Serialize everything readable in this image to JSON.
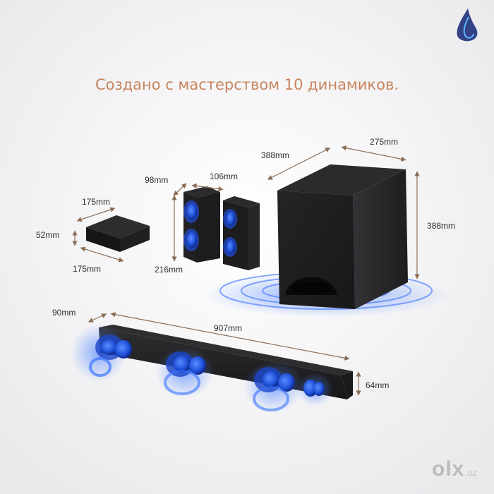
{
  "title": "Создано с мастерством 10 динамиков.",
  "products": {
    "hub": {
      "depth": "175mm",
      "height": "52mm",
      "width": "175mm"
    },
    "rear_speakers": {
      "depth": "98mm",
      "width": "106mm",
      "height": "216mm"
    },
    "subwoofer": {
      "depth": "388mm",
      "width": "275mm",
      "height": "388mm"
    },
    "soundbar": {
      "depth": "90mm",
      "width": "907mm",
      "height": "64mm"
    }
  },
  "watermark": {
    "logo": "olx",
    "domain": ".uz"
  },
  "logo": {
    "icon": "water-drop-icon"
  },
  "colors": {
    "title": "#c7835a",
    "glow": "#2f6bff",
    "device": "#1c1c1e",
    "background": "#f2f2f4"
  }
}
